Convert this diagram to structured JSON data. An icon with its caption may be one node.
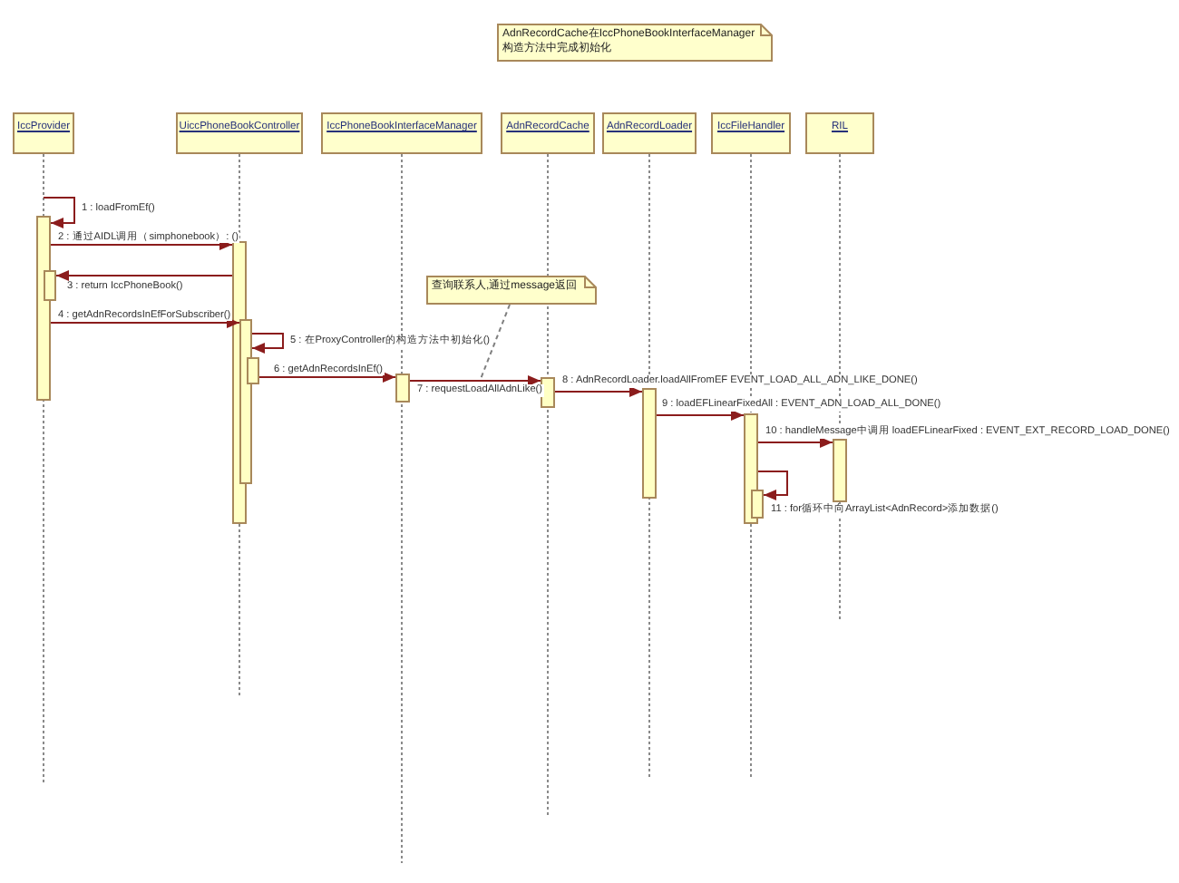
{
  "diagram": {
    "nodes": [
      {
        "text": [
          "AdnRecordCache在IccPhoneBookInterfaceManager构造方法中完成初始化"
        ]
      },
      {
        "text": [
          "IccProvider"
        ]
      },
      {
        "text": [
          "UiccPhoneBookController"
        ]
      },
      {
        "text": [
          "IccPhoneBookInterfaceManager"
        ]
      },
      {
        "text": [
          "AdnRecordCache"
        ]
      },
      {
        "text": [
          "AdnRecordLoader"
        ]
      },
      {
        "text": [
          "IccFileHandler"
        ]
      },
      {
        "text": [
          "RIL"
        ]
      },
      {
        "text": [
          "查询联系人,通过message返回"
        ]
      },
      {
        "text": [],
        "shape": "bar"
      },
      {
        "text": [],
        "shape": "bar"
      },
      {
        "text": [],
        "shape": "bar"
      },
      {
        "text": [],
        "shape": "bar"
      },
      {
        "text": [],
        "shape": "bar"
      },
      {
        "text": [],
        "shape": "bar"
      },
      {
        "text": [],
        "shape": "bar"
      },
      {
        "text": [],
        "shape": "bar"
      },
      {
        "text": [],
        "shape": "bar"
      },
      {
        "text": [],
        "shape": "bar"
      },
      {
        "text": [],
        "shape": "bar"
      }
    ],
    "edges": [
      {
        "from": null,
        "to": 9,
        "arrow": "to",
        "label": "1 : loadFromEf()"
      },
      {
        "from": 9,
        "to": 11,
        "arrow": "to",
        "label": "2 : 通过AIDL调用（simphonebook）: ()"
      },
      {
        "from": 11,
        "to": 10,
        "arrow": "to",
        "label": "3 : return IccPhoneBook()"
      },
      {
        "from": 9,
        "to": 12,
        "arrow": "to",
        "label": "4 : getAdnRecordsInEfForSubscriber()"
      },
      {
        "from": 12,
        "to": 12,
        "arrow": "to",
        "label": "5 : 在ProxyController的构造方法中初始化()"
      },
      {
        "from": 13,
        "to": 14,
        "arrow": "to",
        "label": "6 : getAdnRecordsInEf()"
      },
      {
        "from": 14,
        "to": 15,
        "arrow": "to",
        "label": "7 : requestLoadAllAdnLike()"
      },
      {
        "from": 15,
        "to": 16,
        "arrow": "to",
        "label": "8 : AdnRecordLoader.loadAllFromEF EVENT_LOAD_ALL_ADN_LIKE_DONE()"
      },
      {
        "from": 16,
        "to": 17,
        "arrow": "to",
        "label": "9 : loadEFLinearFixedAll : EVENT_ADN_LOAD_ALL_DONE()"
      },
      {
        "from": 17,
        "to": 19,
        "arrow": "to",
        "label": "10 : handleMessage中调用 loadEFLinearFixed : EVENT_EXT_RECORD_LOAD_DONE()"
      },
      {
        "from": 17,
        "to": 18,
        "arrow": "to",
        "label": "11 : for循环中向ArrayList<AdnRecord>添加数据()"
      },
      {
        "from": 8,
        "to": null,
        "arrow": "none",
        "style": "dashed",
        "color": "#808080"
      }
    ]
  }
}
